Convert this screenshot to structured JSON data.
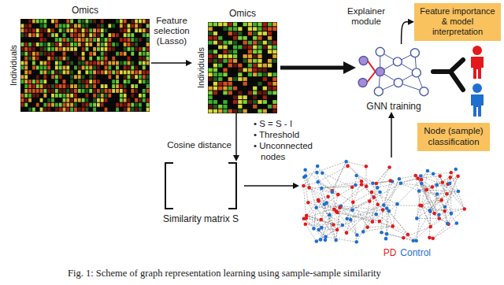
{
  "diagram": {
    "caption": "Fig. 1: Scheme of graph representation learning using sample-sample similarity",
    "nodes": [
      {
        "text": [
          "Omics",
          "Individuals"
        ]
      },
      {
        "text": [
          "Omics",
          "Individuals"
        ]
      },
      {
        "text": [
          "Similarity matrix S"
        ]
      },
      {
        "text": [
          "PD",
          "Control"
        ]
      },
      {
        "text": [
          "GNN training"
        ]
      },
      {
        "text": [
          "Feature importance & model interpretation"
        ]
      },
      {
        "text": [
          "Node (sample) classification"
        ]
      }
    ],
    "edges": [
      {
        "from": 0,
        "to": 1,
        "arrow": "to",
        "label": "Feature selection (Lasso)"
      },
      {
        "from": 1,
        "to": 4,
        "arrow": "to"
      },
      {
        "from": 1,
        "to": 2,
        "arrow": "to",
        "label": "Cosine distance"
      },
      {
        "from": 2,
        "to": 3,
        "arrow": "to"
      },
      {
        "from": 3,
        "to": 4,
        "arrow": "to"
      },
      {
        "from": 4,
        "to": 5,
        "arrow": "to",
        "label": "Explainer module"
      }
    ],
    "labels": [
      "• S = S - I",
      "• Threshold",
      "• Unconnected nodes"
    ]
  }
}
